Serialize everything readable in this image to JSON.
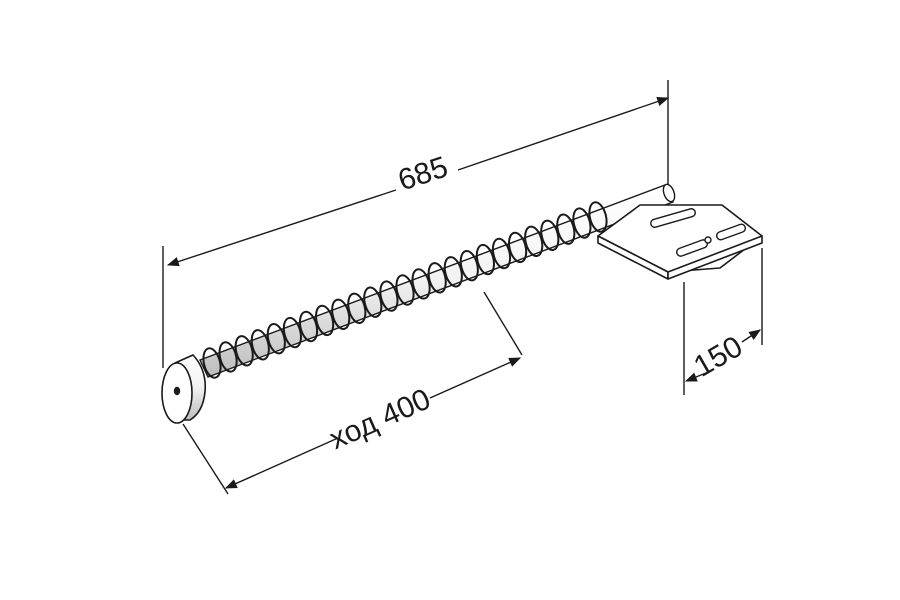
{
  "drawing": {
    "dim_overall": "685",
    "dim_travel": "ход 400",
    "dim_bracket": "150"
  },
  "colors": {
    "stroke": "#1a1a1a",
    "background": "#ffffff",
    "rod_shadow": "#d9d9d9"
  },
  "icons": {
    "bumper": "rubber-stop-icon",
    "spring": "coil-spring-icon",
    "bracket": "mounting-bracket-icon"
  }
}
